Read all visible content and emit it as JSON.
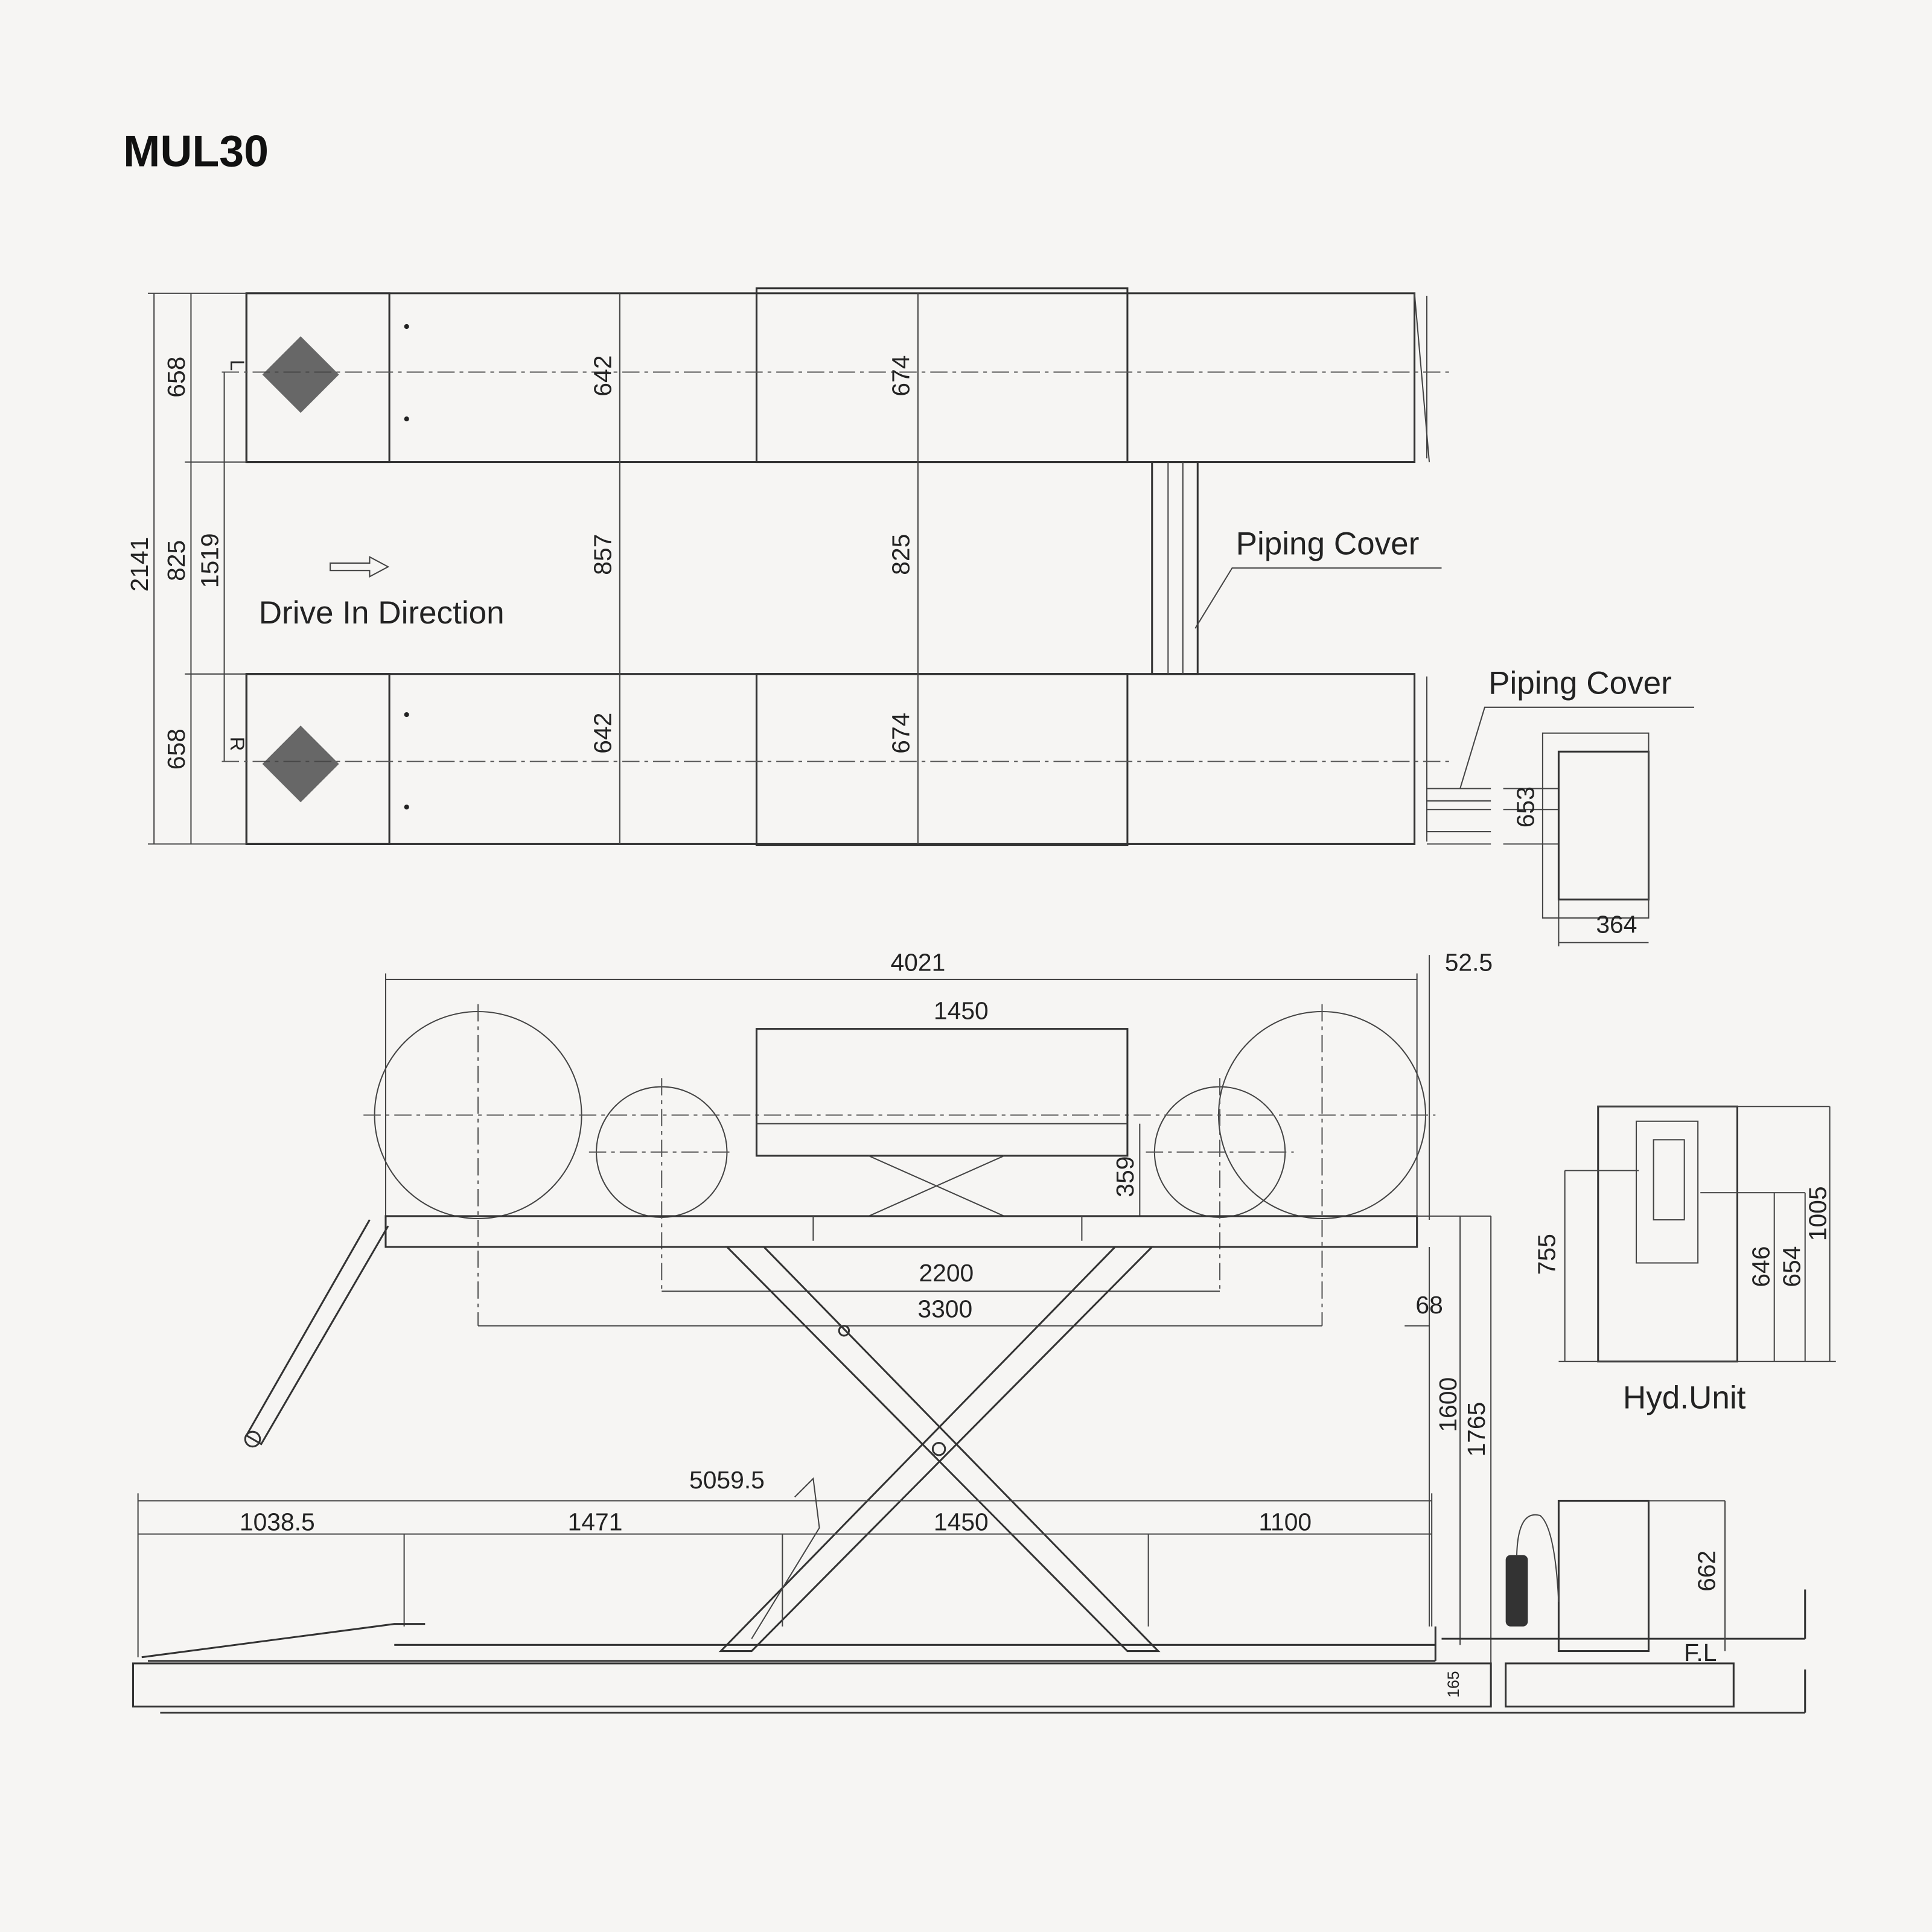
{
  "title": "MUL30",
  "top_view": {
    "dims_left": {
      "total": "2141",
      "runway_top": "658",
      "gap": "825",
      "center_to_center": "1519",
      "runway_bottom": "658"
    },
    "dims_inner": {
      "top_a": "642",
      "top_b": "674",
      "mid_a": "857",
      "mid_b": "825",
      "bottom_a": "642",
      "bottom_b": "674"
    },
    "side_marks": {
      "left": "L",
      "right": "R"
    },
    "drive_label": "Drive In Direction",
    "piping_cover_1": "Piping Cover",
    "piping_cover_2": "Piping Cover",
    "hyd_dims": {
      "depth": "653",
      "width": "364"
    }
  },
  "side_view": {
    "overall": "4021",
    "offset": "52.5",
    "platform": "1450",
    "platform_height": "359",
    "wheelbase_min": "2200",
    "wheelbase_max": "3300",
    "edge": "68",
    "lift_height": "1600",
    "max_height": "1765",
    "total_length": "5059.5",
    "segments": [
      "1038.5",
      "1471",
      "1450",
      "1100"
    ],
    "pit": "165",
    "floor_label": "F.L",
    "hyd_side_height": "662"
  },
  "hyd_unit": {
    "label": "Hyd.Unit",
    "h1": "755",
    "h2": "646",
    "h3": "654",
    "h4": "1005"
  }
}
